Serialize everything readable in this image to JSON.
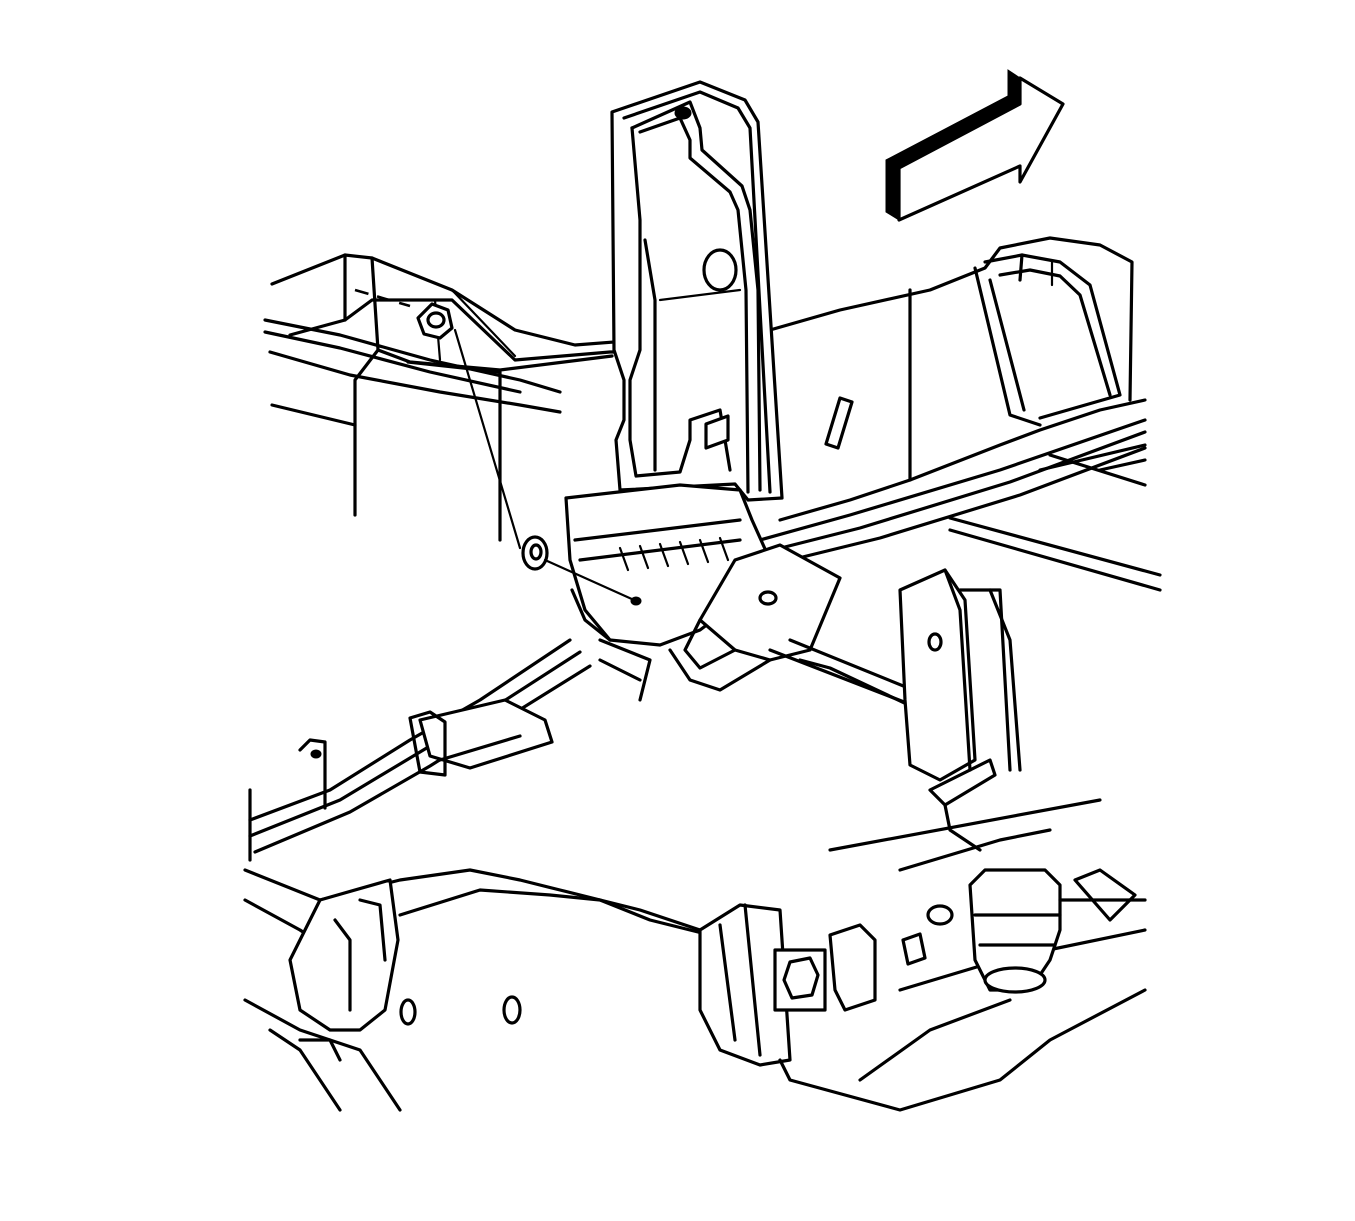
{
  "illustration": {
    "kind": "line-art service diagram",
    "stroke_color": "#000000",
    "background_color": "#ffffff",
    "components": [
      "frame-rail",
      "shackle-bracket",
      "leaf-spring",
      "spring-bolt",
      "washer",
      "nut",
      "axle-housing",
      "jounce-bumper",
      "direction-arrow"
    ]
  }
}
